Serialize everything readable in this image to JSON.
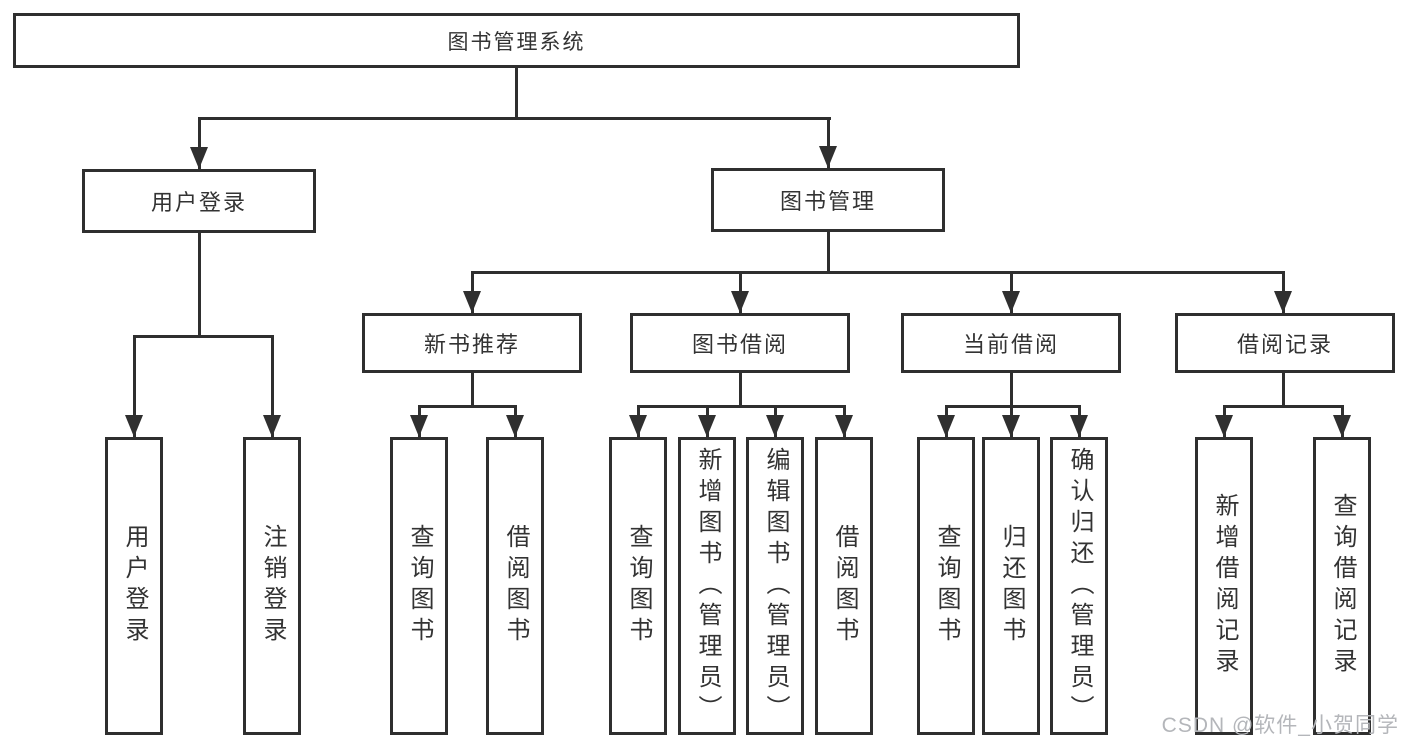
{
  "diagram": {
    "title": "图书管理系统",
    "nodes": {
      "root": "图书管理系统",
      "userLogin": "用户登录",
      "bookMgmt": "图书管理",
      "l3": {
        "newBook": "新书推荐",
        "borrow": "图书借阅",
        "current": "当前借阅",
        "records": "借阅记录"
      },
      "leaves": {
        "userLogin": [
          "用户登录",
          "注销登录"
        ],
        "newBook": [
          "查询图书",
          "借阅图书"
        ],
        "borrow": [
          "查询图书",
          "新增图书（管理员）",
          "编辑图书（管理员）",
          "借阅图书"
        ],
        "current": [
          "查询图书",
          "归还图书",
          "确认归还（管理员）"
        ],
        "records": [
          "新增借阅记录",
          "查询借阅记录"
        ]
      }
    },
    "colors": {
      "line": "#2f2f2f",
      "text": "#333333",
      "background": "#ffffff",
      "watermark_color": "#b4b6ba"
    }
  },
  "watermark": "CSDN @软件_小贺同学"
}
